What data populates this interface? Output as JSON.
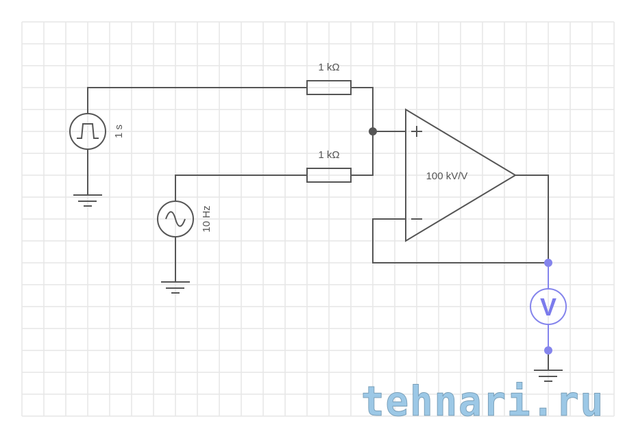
{
  "circuit": {
    "pulse_source": {
      "label": "1 s",
      "icon": "pulse-source-icon"
    },
    "sine_source": {
      "label": "10 Hz",
      "icon": "sine-source-icon"
    },
    "resistor_top": {
      "label": "1 kΩ"
    },
    "resistor_bottom": {
      "label": "1 kΩ"
    },
    "opamp": {
      "gain_label": "100 kV/V",
      "plus": "+",
      "minus": "−"
    },
    "voltmeter": {
      "label": "V"
    }
  },
  "watermark": {
    "text": "tehnari.ru"
  },
  "colors": {
    "wire": "#555555",
    "grid": "#e6e6e6",
    "probe": "#8484ec"
  }
}
